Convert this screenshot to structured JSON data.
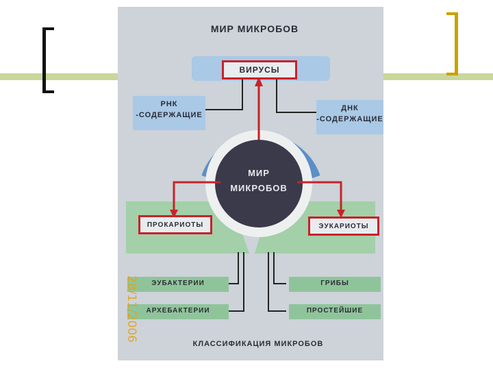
{
  "slide": {
    "accent_line_color": "#c9d79a",
    "left_bracket_color": "#111111",
    "right_bracket_color": "#c9a100"
  },
  "poster": {
    "title": "МИР МИКРОБОВ",
    "top_box": "ВИРУСЫ",
    "rna_line1": "РНК",
    "rna_line2": "-СОДЕРЖАЩИЕ",
    "dna_line1": "ДНК",
    "dna_line2": "-СОДЕРЖАЩИЕ",
    "center_line1": "МИР",
    "center_line2": "МИКРОБОВ",
    "left_box": "ПРОКАРИОТЫ",
    "right_box": "ЭУКАРИОТЫ",
    "left_items": [
      "ЭУБАКТЕРИИ",
      "АРХЕБАКТЕРИИ"
    ],
    "right_items": [
      "ГРИБЫ",
      "ПРОСТЕЙШИЕ"
    ],
    "footer": "КЛАССИФИКАЦИЯ МИКРОБОВ",
    "date_stamp": "28/11/2006",
    "colors": {
      "background": "#cdd3d8",
      "red": "#c8222a",
      "green": "#8fc49a",
      "blue": "#a9c9e6",
      "dark_circle": "#3a3a4a",
      "date_stamp": "#e6a21a"
    }
  }
}
